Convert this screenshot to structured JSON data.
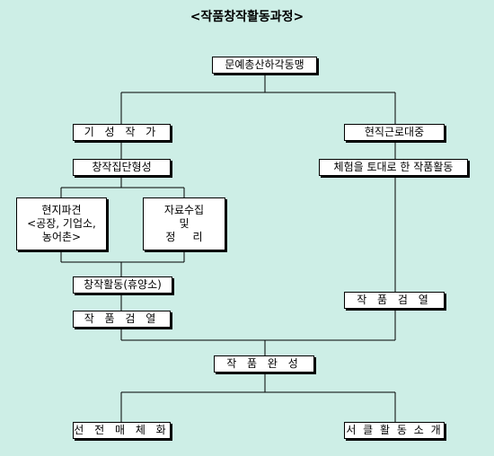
{
  "title": "<작품창작활동과정>",
  "nodes": {
    "alliance": "문예총산하각동맹",
    "writers": "기 성 작 가",
    "workers": "현직근로대중",
    "group_formation": "창작집단형성",
    "experience_activity": "체험을 토대로 한 작품활동",
    "field_dispatch": [
      "현지파견",
      "<공장, 기업소,",
      "농어촌>"
    ],
    "materials": [
      "자료수집",
      "및",
      "정     리"
    ],
    "creation_activity": "창작활동(휴양소)",
    "review_left": "작 품 검 열",
    "review_right": "작 품 검 열",
    "completion": "작 품 완 성",
    "propaganda_media": "선 전 매 체 화",
    "book_introduction": "서 클 활 동 소 개"
  }
}
